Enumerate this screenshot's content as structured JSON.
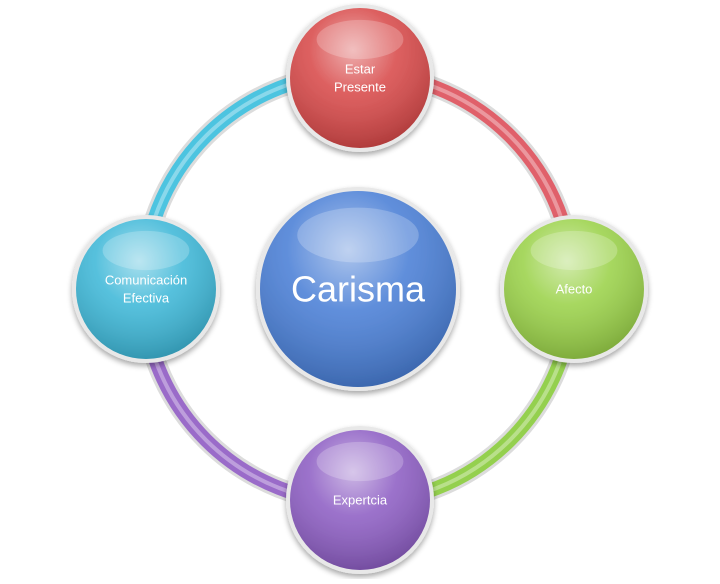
{
  "diagram": {
    "center": {
      "label": "Carisma",
      "color": "#4a7fd6"
    },
    "nodes": [
      {
        "id": "top",
        "lines": [
          "Estar",
          "Presente"
        ],
        "color": "#d84a4a"
      },
      {
        "id": "right",
        "lines": [
          "Afecto"
        ],
        "color": "#9bd24a"
      },
      {
        "id": "bottom",
        "lines": [
          "Expertcia"
        ],
        "color": "#8e5fc4"
      },
      {
        "id": "left",
        "lines": [
          "Comunicación",
          "Efectiva"
        ],
        "color": "#3fb8d8"
      }
    ],
    "arcs": [
      {
        "from": "top",
        "to": "right",
        "color": "#e0606a"
      },
      {
        "from": "right",
        "to": "bottom",
        "color": "#94d04e"
      },
      {
        "from": "bottom",
        "to": "left",
        "color": "#9a6bc9"
      },
      {
        "from": "left",
        "to": "top",
        "color": "#4cc4e0"
      }
    ]
  }
}
